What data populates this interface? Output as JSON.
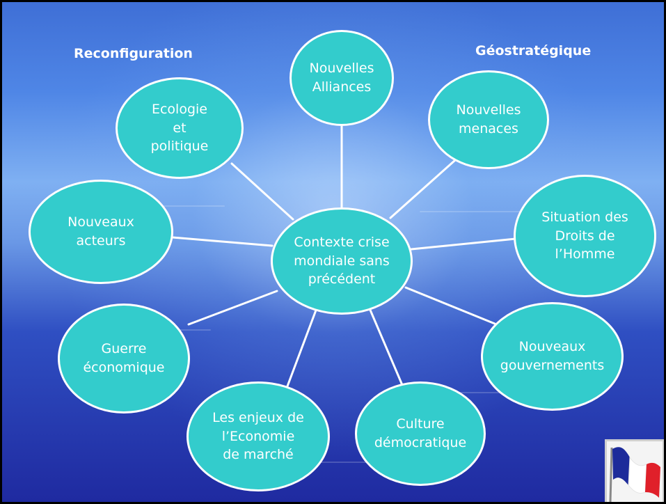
{
  "titles": {
    "left": "Reconfiguration",
    "right": "Géostratégique"
  },
  "center": "Contexte crise\nmondiale sans\nprécédent",
  "nodes": {
    "alliances": "Nouvelles\nAlliances",
    "ecologie": "Ecologie\net\npolitique",
    "menaces": "Nouvelles\nmenaces",
    "acteurs": "Nouveaux\nacteurs",
    "droits": "Situation des\nDroits de\nl’Homme",
    "guerre": "Guerre\néconomique",
    "gouvernements": "Nouveaux\ngouvernements",
    "marche": "Les enjeux de\nl’Economie\nde marché",
    "culture": "Culture\ndémocratique"
  },
  "colors": {
    "bubble_fill": "#33cccc",
    "bubble_border": "#ffffff",
    "connector": "#ffffff",
    "background": "#4f86e6"
  },
  "icons": {
    "flag": "french-flag-icon"
  }
}
